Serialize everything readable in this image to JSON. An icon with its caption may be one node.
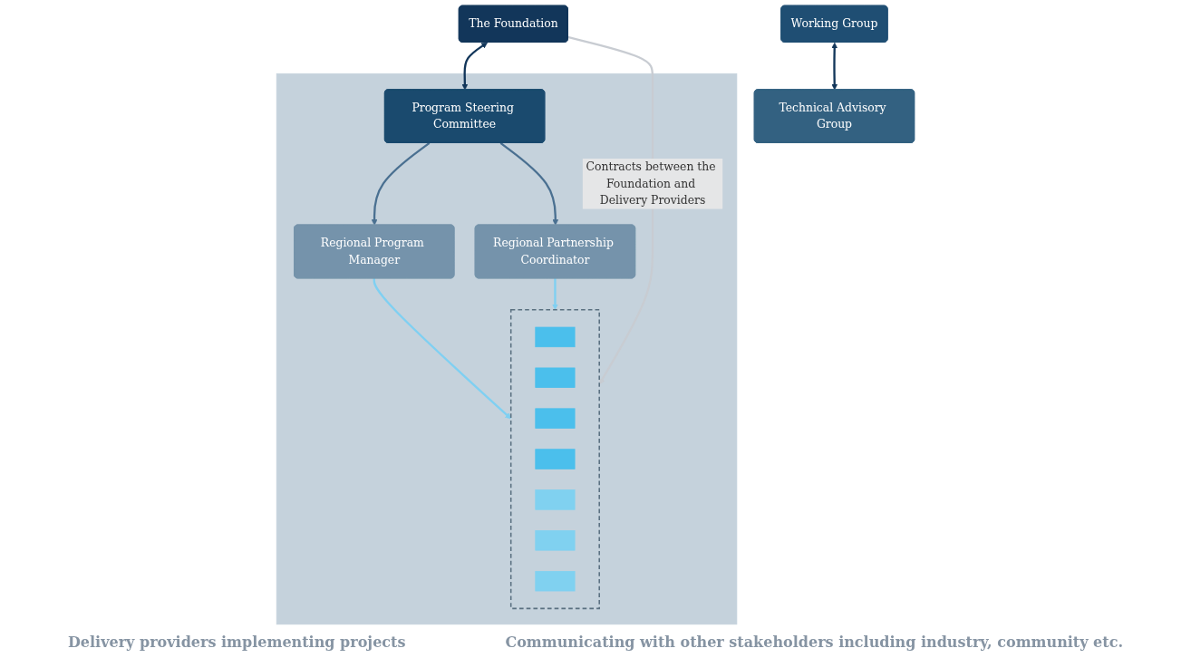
{
  "diagram": {
    "nodes": [
      {
        "text": [
          "The Foundation"
        ]
      },
      {
        "text": [
          "Working Group"
        ]
      },
      {
        "text": [
          "Technical Advisory Group"
        ]
      },
      {
        "text": [],
        "shape": "box"
      },
      {
        "text": [
          "Program Steering Committee"
        ],
        "in": 3
      },
      {
        "text": [
          "Regional Program Manager"
        ],
        "in": 3
      },
      {
        "text": [
          "Regional Partnership Coordinator"
        ],
        "in": 3
      },
      {
        "text": [],
        "shape": "box",
        "in": 3
      },
      {
        "text": [],
        "shape": "box",
        "in": 7
      },
      {
        "text": [],
        "shape": "box",
        "in": 7
      },
      {
        "text": [],
        "shape": "box",
        "in": 7
      },
      {
        "text": [],
        "shape": "box",
        "in": 7
      },
      {
        "text": [],
        "shape": "box",
        "in": 7
      },
      {
        "text": [],
        "shape": "box",
        "in": 7
      },
      {
        "text": [],
        "shape": "box",
        "in": 7
      }
    ],
    "edges": [
      {
        "from": 0,
        "to": 4,
        "arrow": "both"
      },
      {
        "from": 1,
        "to": 2,
        "arrow": "both"
      },
      {
        "from": 4,
        "to": 5,
        "arrow": "to",
        "color": "#4a7091"
      },
      {
        "from": 4,
        "to": 6,
        "arrow": "to",
        "color": "#4a7091"
      },
      {
        "from": 5,
        "to": 7,
        "arrow": "to",
        "color": "#7fd0f2"
      },
      {
        "from": 6,
        "to": 7,
        "arrow": "to",
        "color": "#7fd0f2"
      },
      {
        "from": 0,
        "to": 7,
        "label": "Contracts between the Foundation and Delivery Providers",
        "arrow": "to",
        "color": "#c8ccd2"
      }
    ],
    "labels": [
      "Delivery providers implementing projects",
      "Communicating with other stakeholders including industry, community etc."
    ]
  }
}
